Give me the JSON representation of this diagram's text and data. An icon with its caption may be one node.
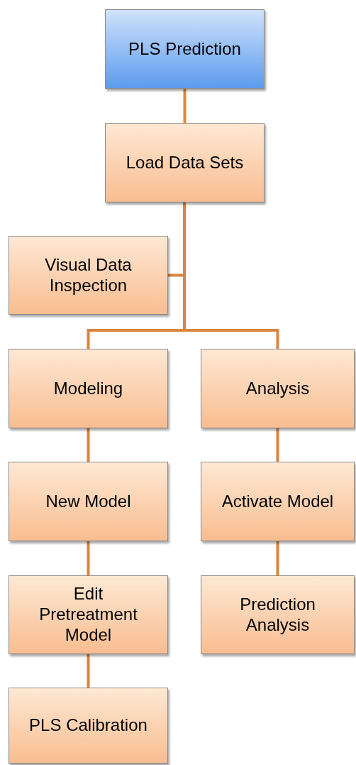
{
  "diagram": {
    "nodes": [
      {
        "text": [
          "PLS Prediction"
        ]
      },
      {
        "text": [
          "Load Data Sets"
        ]
      },
      {
        "text": [
          "Visual Data Inspection"
        ]
      },
      {
        "text": [
          "Modeling"
        ]
      },
      {
        "text": [
          "Analysis"
        ]
      },
      {
        "text": [
          "New Model"
        ]
      },
      {
        "text": [
          "Activate Model"
        ]
      },
      {
        "text": [
          "Edit Pretreatment Model"
        ]
      },
      {
        "text": [
          "Prediction Analysis"
        ]
      },
      {
        "text": [
          "PLS Calibration"
        ]
      }
    ],
    "edges": [
      {
        "from": 0,
        "to": 1,
        "arrow": "none"
      },
      {
        "from": 1,
        "to": 2,
        "arrow": "none"
      },
      {
        "from": 1,
        "to": 3,
        "arrow": "none"
      },
      {
        "from": 1,
        "to": 4,
        "arrow": "none"
      },
      {
        "from": 3,
        "to": 5,
        "arrow": "none"
      },
      {
        "from": 5,
        "to": 7,
        "arrow": "none"
      },
      {
        "from": 7,
        "to": 9,
        "arrow": "none"
      },
      {
        "from": 4,
        "to": 6,
        "arrow": "none"
      },
      {
        "from": 6,
        "to": 8,
        "arrow": "none"
      }
    ]
  }
}
